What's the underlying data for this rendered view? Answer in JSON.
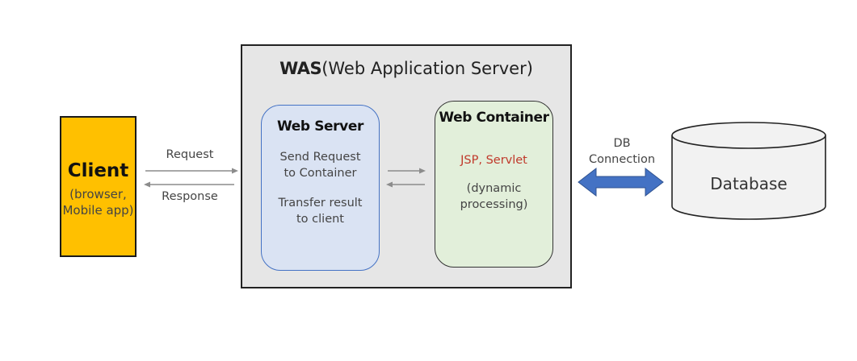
{
  "client": {
    "title": "Client",
    "subtitle_line1": "(browser,",
    "subtitle_line2": "Mobile app)"
  },
  "links": {
    "request": "Request",
    "response": "Response",
    "db_line1": "DB",
    "db_line2": "Connection"
  },
  "was": {
    "title_bold": "WAS",
    "title_rest": "(Web Application Server)"
  },
  "web_server": {
    "title": "Web Server",
    "line1": "Send Request",
    "line2": "to Container",
    "line3": "Transfer result",
    "line4": "to client"
  },
  "web_container": {
    "title": "Web Container",
    "tech": "JSP, Servlet",
    "line1": "(dynamic",
    "line2": "processing)"
  },
  "database": {
    "label": "Database"
  },
  "colors": {
    "client_fill": "#ffc000",
    "web_server_fill": "#dae3f3",
    "web_container_fill": "#e2efda",
    "was_fill": "#e6e6e6",
    "db_arrow": "#4472c4",
    "tech_text": "#c0392b"
  }
}
